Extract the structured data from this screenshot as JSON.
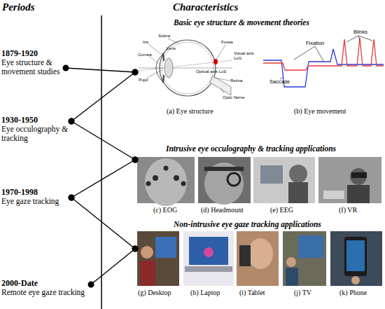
{
  "diagram": {
    "nodes": [
      {
        "text": [
          "1879-1920",
          "Eye structure & movement studies"
        ]
      },
      {
        "text": [
          "Basic eye structure & movement theories"
        ]
      },
      {
        "text": [
          "1930-1950",
          "Eye occulography & tracking"
        ]
      },
      {
        "text": [
          "Intrusive eye occulography & tracking applications"
        ]
      },
      {
        "text": [
          "1970-1998",
          "Eye gaze tracking"
        ]
      },
      {
        "text": [
          "Non-intrusive eye gaze tracking applications"
        ]
      },
      {
        "text": [
          "2000-Date",
          "Remote eye gaze tracking"
        ]
      }
    ],
    "edges": [
      {
        "from": 0,
        "to": 1,
        "arrow": "none"
      },
      {
        "from": 1,
        "to": 2,
        "arrow": "none"
      },
      {
        "from": 2,
        "to": 3,
        "arrow": "none"
      },
      {
        "from": 3,
        "to": 4,
        "arrow": "none"
      },
      {
        "from": 4,
        "to": 5,
        "arrow": "none"
      },
      {
        "from": 5,
        "to": 6,
        "arrow": "none"
      }
    ],
    "labels": [
      "Periods",
      "Characteristics",
      "Sclera",
      "Iris",
      "Cornea",
      "Pupil",
      "Lens",
      "Fovea",
      "Visual axis LoG",
      "Optical axis LoS",
      "Retina",
      "Optic Nerve",
      "Fixation",
      "Blinks",
      "Saccade",
      "(a) Eye structure",
      "(b) Eye movement",
      "(c) EOG",
      "(d) Headmount",
      "(e) EEG",
      "(f) VR",
      "(g) Desktop",
      "(h) Laptop",
      "(i) Tablet",
      "(j) TV",
      "(k) Phone"
    ]
  }
}
